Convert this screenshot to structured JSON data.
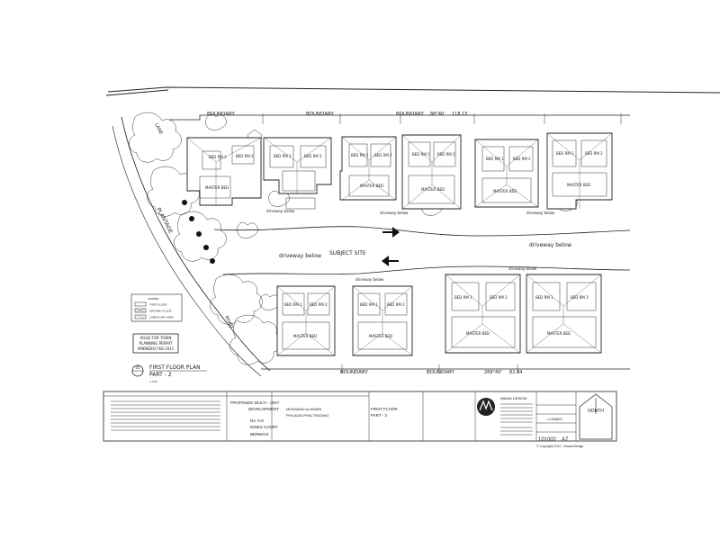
{
  "plan": {
    "subject_site": "SUBJECT SITE",
    "driveway_labels": [
      "driveway below",
      "driveway below",
      "driveway below",
      "driveway below",
      "driveway below",
      "driveway below",
      "driveway below"
    ],
    "boundary_labels": [
      "BOUNDARY",
      "BOUNDARY",
      "BOUNDARY",
      "BOUNDARY",
      "BOUNDARY"
    ],
    "bearings": [
      "88°40'",
      "118.15",
      "268°40'",
      "82.84"
    ],
    "street_labels": [
      "PLANTAGE",
      "LANE",
      "ROAD"
    ],
    "room_labels": {
      "bed1": "BED RM 1",
      "bed2": "BED RM 2",
      "bed3": "BED RM 3",
      "master": "MASTER BED"
    },
    "legend": {
      "title": "LEGEND",
      "items": [
        "FIRST FLOOR",
        "GROUND FLOOR",
        "LANDSCAPE AREA"
      ]
    },
    "planning_stamp": {
      "line1": "ISSUE FOR TOWN",
      "line2": "PLANNING PERMIT",
      "line3": "AMENDED FEB 2011"
    },
    "view_title": {
      "number": "01",
      "title_line1": "FIRST FLOOR PLAN",
      "title_line2": "PART - 2",
      "scale": "1:100"
    }
  },
  "title_block": {
    "project_line1": "PROPOSED MULTI - UNIT",
    "project_line2": "DEVELOPMENT",
    "client_line1": "MOHAMAD ALAMARI",
    "client_line2": "PHILADELPHIA TRADING",
    "address_line1": "No. 6-8",
    "address_line2": "INNES COURT",
    "address_line3": "BERWICK",
    "sheet_line1": "FIRST FLOOR",
    "sheet_line2": "PART - 2",
    "company": "NIMAD DESIGN",
    "drawing_number": "101002",
    "revision": "A7",
    "north_label": "NORTH",
    "scale_value": "1:100@A3",
    "copyright": "© Copyright 2010 - Nimad Design"
  }
}
